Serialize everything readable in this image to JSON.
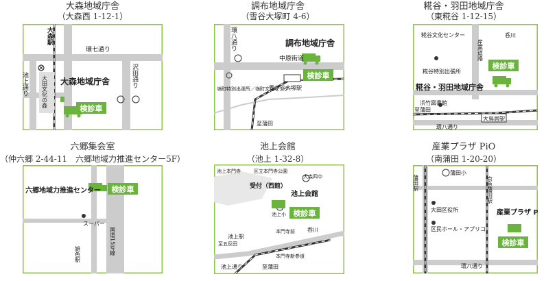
{
  "colors": {
    "frame": "#8cc63e",
    "road": "#bfbfbf",
    "badge": "#6ab43e",
    "badge_text": "#ffffff",
    "rail": "#333333"
  },
  "maps": [
    {
      "title": "大森地域庁舎",
      "address": "（大森西 1-12-1）",
      "labels": {
        "station": "大森駅",
        "road1": "環七通り",
        "road2": "池上通り",
        "road3": "沢田通り",
        "park": "大田文化の森",
        "office": "大森地域庁舎",
        "bus": "検診車"
      }
    },
    {
      "title": "調布地域庁舎",
      "address": "（雪谷大塚町 4-6）",
      "labels": {
        "road1": "環八通り",
        "road2": "中原街道",
        "office": "調布地域庁舎",
        "bus": "検診車",
        "station": "雪が谷大塚駅",
        "facility": "嶺町特別出張所／嶺町文化センター",
        "line": "至蒲田"
      }
    },
    {
      "title": "糀谷・羽田地域庁舎",
      "address": "（東糀谷 1-12-15）",
      "labels": {
        "culture": "糀谷文化センター",
        "school": "呑川",
        "road1": "産業道路",
        "road2": "糀谷特別出張所",
        "office": "糀谷・羽田地域庁舎",
        "bus": "検診車",
        "library": "浜竹図書館",
        "line": "至蒲田",
        "station": "大鳥居駅",
        "road3": "環八通り"
      }
    },
    {
      "title": "六郷集会室",
      "address": "（仲六郷 2-44-11　六郷地域力推進センター5F）",
      "labels": {
        "office": "六郷地域力推進センター",
        "bus": "検診車",
        "super": "スーパー",
        "station": "雑色駅",
        "road": "国道15号線"
      }
    },
    {
      "title": "池上会館",
      "address": "（池上 1-32-8）",
      "labels": {
        "park1": "池上本門寺",
        "park2": "区立本門寺公園",
        "school": "大森四中",
        "reception": "受付（西館）",
        "office": "池上会館",
        "school2": "池上小",
        "bus": "検診車",
        "river": "呑川",
        "temple": "本門寺前",
        "station": "池上駅",
        "to": "至五反田",
        "road": "池上通り",
        "road2": "本門寺新参道",
        "line": "至蒲田"
      }
    },
    {
      "title": "産業プラザ PiO",
      "address": "（南蒲田 1-20-20）",
      "labels": {
        "school": "蒲田小",
        "station": "蒲田駅",
        "station2": "京急蒲田駅",
        "office1": "大田区役所",
        "office2": "区民ホール・アプリコ",
        "office": "産業プラザ PiO",
        "bus": "検診車",
        "road": "環八通り"
      }
    }
  ]
}
